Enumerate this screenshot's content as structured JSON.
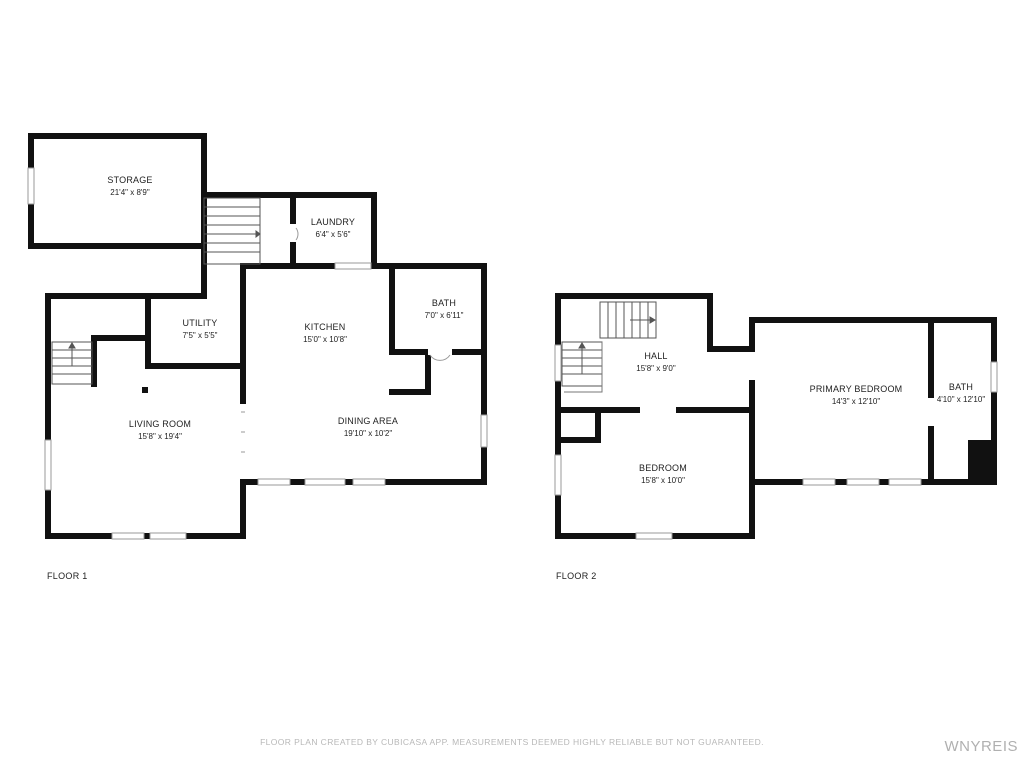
{
  "floors": [
    {
      "label": "FLOOR 1",
      "rooms": [
        {
          "name": "STORAGE",
          "dims": "21'4\" x 8'9\""
        },
        {
          "name": "LAUNDRY",
          "dims": "6'4\" x 5'6\""
        },
        {
          "name": "UTILITY",
          "dims": "7'5\" x 5'5\""
        },
        {
          "name": "KITCHEN",
          "dims": "15'0\" x 10'8\""
        },
        {
          "name": "BATH",
          "dims": "7'0\" x 6'11\""
        },
        {
          "name": "LIVING ROOM",
          "dims": "15'8\" x 19'4\""
        },
        {
          "name": "DINING AREA",
          "dims": "19'10\" x 10'2\""
        }
      ]
    },
    {
      "label": "FLOOR 2",
      "rooms": [
        {
          "name": "HALL",
          "dims": "15'8\" x 9'0\""
        },
        {
          "name": "PRIMARY BEDROOM",
          "dims": "14'3\" x 12'10\""
        },
        {
          "name": "BATH",
          "dims": "4'10\" x 12'10\""
        },
        {
          "name": "BEDROOM",
          "dims": "15'8\" x 10'0\""
        }
      ]
    }
  ],
  "footer": {
    "disclaimer": "FLOOR PLAN CREATED BY CUBICASA APP. MEASUREMENTS DEEMED HIGHLY RELIABLE BUT NOT GUARANTEED.",
    "brand": "WNYREIS"
  },
  "colors": {
    "wall": "#111111",
    "window": "#9a9a9a",
    "stairs": "#555555"
  }
}
